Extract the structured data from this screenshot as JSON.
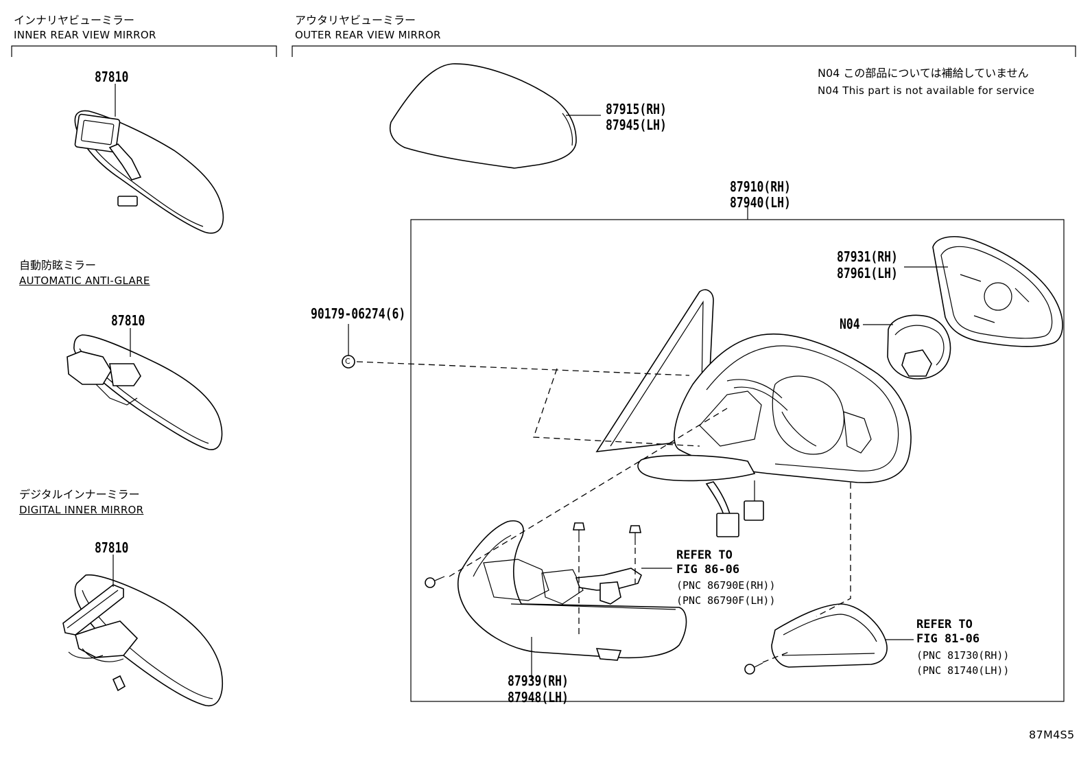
{
  "sections": {
    "inner": {
      "jp": "インナリヤビューミラー",
      "en": "INNER REAR VIEW MIRROR"
    },
    "outer": {
      "jp": "アウタリヤビューミラー",
      "en": "OUTER REAR VIEW MIRROR"
    },
    "auto_antiglare": {
      "jp": "自動防眩ミラー",
      "en": "AUTOMATIC ANTI-GLARE"
    },
    "digital": {
      "jp": "デジタルインナーミラー",
      "en": "DIGITAL INNER MIRROR"
    }
  },
  "note": {
    "jp": "N04 この部品については補給していません",
    "en": "N04 This part is not available for service"
  },
  "parts": {
    "inner_mirror_1": "87810",
    "inner_mirror_2": "87810",
    "inner_mirror_3": "87810",
    "cover_rh": "87915(RH)",
    "cover_lh": "87945(LH)",
    "assy_rh": "87910(RH)",
    "assy_lh": "87940(LH)",
    "glass_rh": "87931(RH)",
    "glass_lh": "87961(LH)",
    "n04": "N04",
    "screw": "90179-06274(6)",
    "screw_symbol": "C",
    "lower_cover_rh": "87939(RH)",
    "lower_cover_lh": "87948(LH)"
  },
  "refs": {
    "ref1_line1": "REFER TO",
    "ref1_line2": "FIG 86-06",
    "ref1_pnc1": "(PNC 86790E(RH))",
    "ref1_pnc2": "(PNC 86790F(LH))",
    "ref2_line1": "REFER TO",
    "ref2_line2": "FIG 81-06",
    "ref2_pnc1": "(PNC 81730(RH))",
    "ref2_pnc2": "(PNC 81740(LH))"
  },
  "figure_code": "87M4S5"
}
